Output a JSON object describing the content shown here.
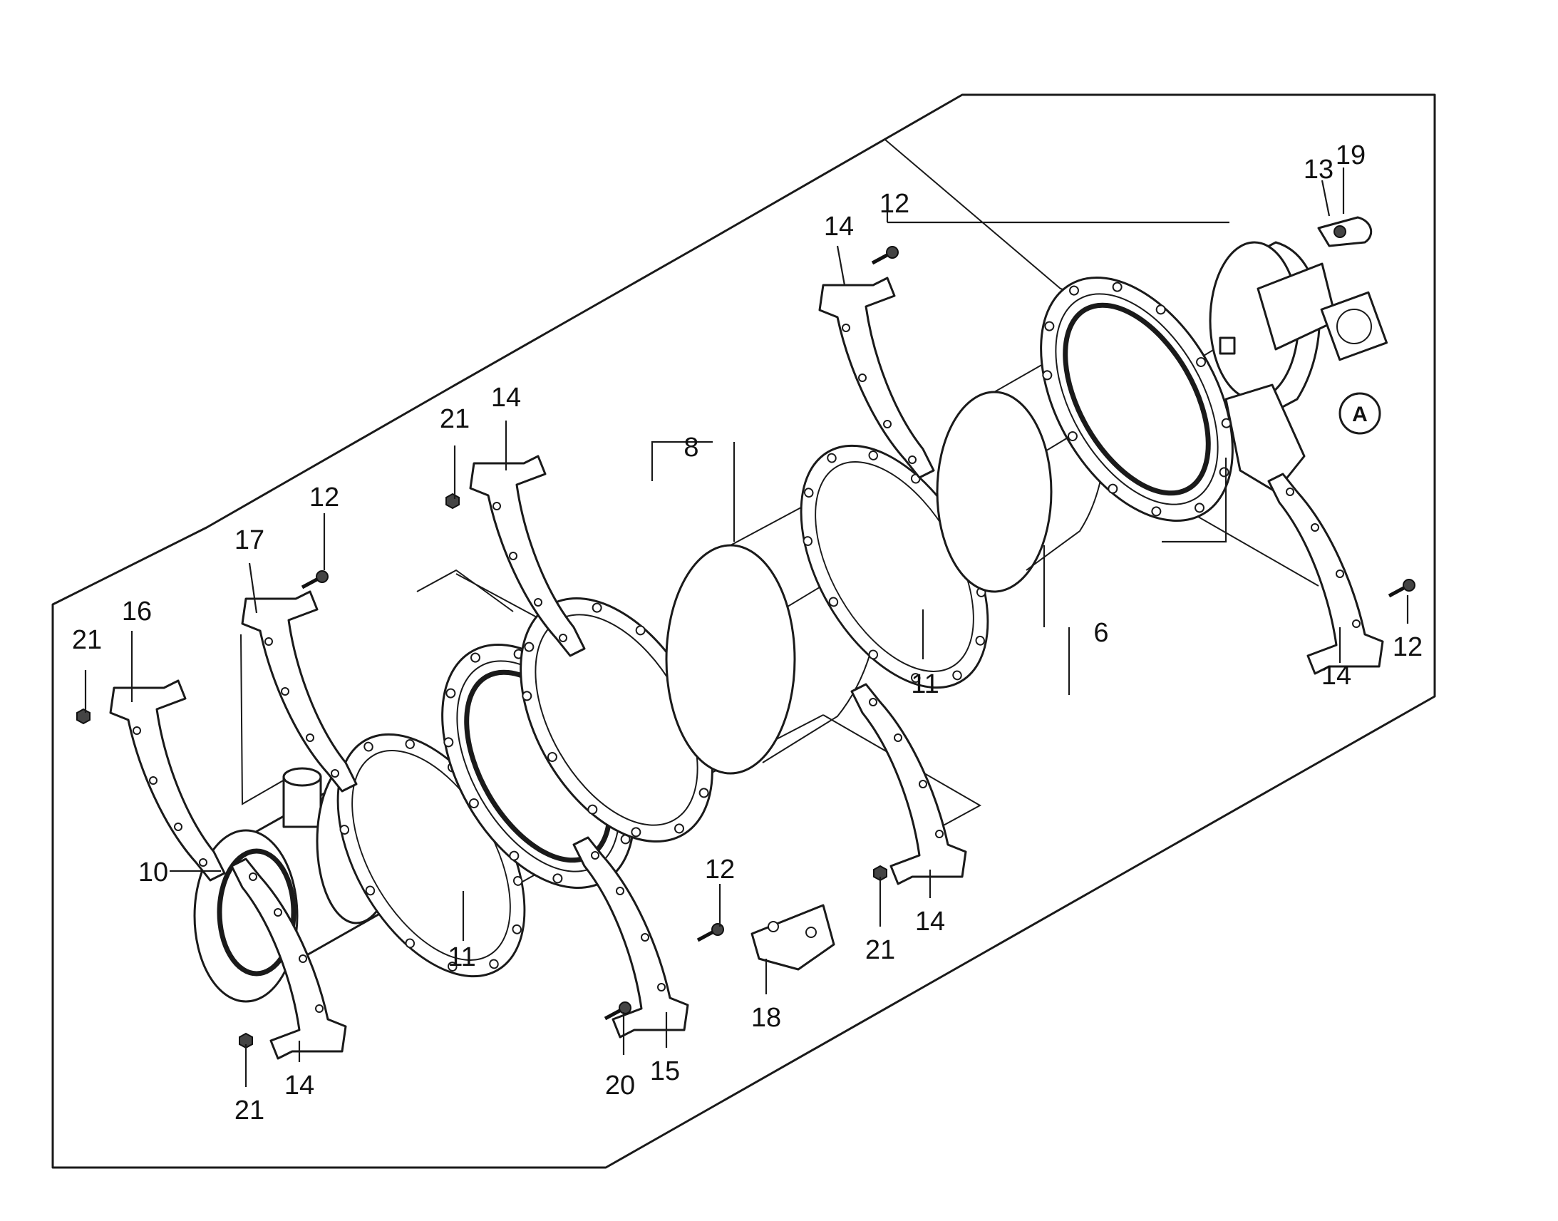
{
  "callouts": {
    "c6": "6",
    "c8": "8",
    "c10": "10",
    "c11a": "11",
    "c11b": "11",
    "c12a": "12",
    "c12b": "12",
    "c12c": "12",
    "c12d": "12",
    "c13": "13",
    "c14a": "14",
    "c14b": "14",
    "c14c": "14",
    "c14d": "14",
    "c14e": "14",
    "c15": "15",
    "c16": "16",
    "c17": "17",
    "c18": "18",
    "c19": "19",
    "c20": "20",
    "c21a": "21",
    "c21b": "21",
    "c21c": "21",
    "c21d": "21"
  },
  "view_marker": "A"
}
